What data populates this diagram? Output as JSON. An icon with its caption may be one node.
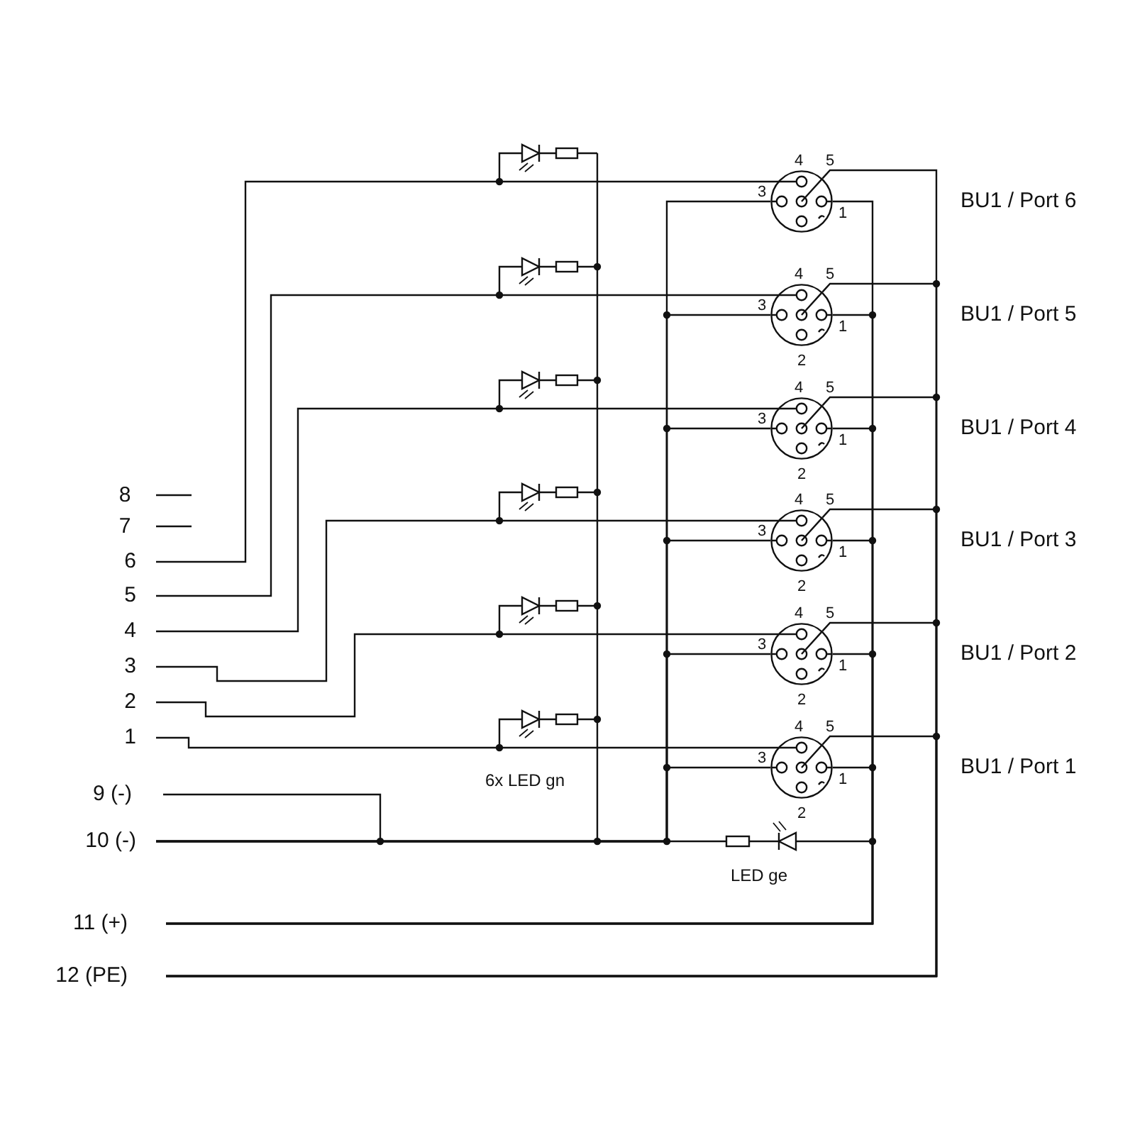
{
  "diagram": {
    "nodes": [
      {
        "text": [],
        "shape": "circle"
      },
      {
        "text": [],
        "shape": "circle"
      },
      {
        "text": [],
        "shape": "circle"
      },
      {
        "text": [],
        "shape": "circle"
      },
      {
        "text": [],
        "shape": "circle"
      },
      {
        "text": [],
        "shape": "circle"
      },
      {
        "text": [
          "6"
        ]
      },
      {
        "text": [
          "5"
        ]
      },
      {
        "text": [
          "4"
        ]
      },
      {
        "text": [
          "3"
        ]
      },
      {
        "text": [
          "2"
        ]
      },
      {
        "text": [
          "1"
        ]
      },
      {
        "text": [
          "9 (-)"
        ]
      },
      {
        "text": [
          "10 (-)"
        ]
      },
      {
        "text": [
          "11 (+)"
        ]
      },
      {
        "text": [
          "12 (PE)"
        ]
      }
    ],
    "edges": [
      {
        "from": 6,
        "to": 0,
        "arrow": "none"
      },
      {
        "from": 7,
        "to": 1,
        "arrow": "none"
      },
      {
        "from": 8,
        "to": 2,
        "arrow": "none"
      },
      {
        "from": 9,
        "to": 3,
        "arrow": "none"
      },
      {
        "from": 10,
        "to": 4,
        "arrow": "none"
      },
      {
        "from": 11,
        "to": 5,
        "arrow": "none"
      },
      {
        "from": 12,
        "to": 13,
        "arrow": "none"
      },
      {
        "from": 13,
        "to": 0,
        "arrow": "none"
      },
      {
        "from": 13,
        "to": 1,
        "arrow": "none"
      },
      {
        "from": 13,
        "to": 2,
        "arrow": "none"
      },
      {
        "from": 13,
        "to": 3,
        "arrow": "none"
      },
      {
        "from": 13,
        "to": 4,
        "arrow": "none"
      },
      {
        "from": 13,
        "to": 5,
        "arrow": "none"
      },
      {
        "from": 14,
        "to": 0,
        "arrow": "none"
      },
      {
        "from": 14,
        "to": 1,
        "arrow": "none"
      },
      {
        "from": 14,
        "to": 2,
        "arrow": "none"
      },
      {
        "from": 14,
        "to": 3,
        "arrow": "none"
      },
      {
        "from": 14,
        "to": 4,
        "arrow": "none"
      },
      {
        "from": 14,
        "to": 5,
        "arrow": "none"
      },
      {
        "from": 15,
        "to": 0,
        "arrow": "none"
      },
      {
        "from": 15,
        "to": 1,
        "arrow": "none"
      },
      {
        "from": 15,
        "to": 2,
        "arrow": "none"
      },
      {
        "from": 15,
        "to": 3,
        "arrow": "none"
      },
      {
        "from": 15,
        "to": 4,
        "arrow": "none"
      },
      {
        "from": 15,
        "to": 5,
        "arrow": "none"
      }
    ],
    "labels": [
      "8",
      "7",
      "4",
      "5",
      "3",
      "1",
      "BU1 / Port 6",
      "4",
      "5",
      "3",
      "1",
      "2",
      "BU1 / Port 5",
      "4",
      "5",
      "3",
      "1",
      "2",
      "BU1 / Port 4",
      "4",
      "5",
      "3",
      "1",
      "2",
      "BU1 / Port 3",
      "4",
      "5",
      "3",
      "1",
      "2",
      "BU1 / Port 2",
      "4",
      "5",
      "3",
      "1",
      "2",
      "BU1 / Port 1",
      "6x LED gn",
      "LED ge"
    ]
  }
}
